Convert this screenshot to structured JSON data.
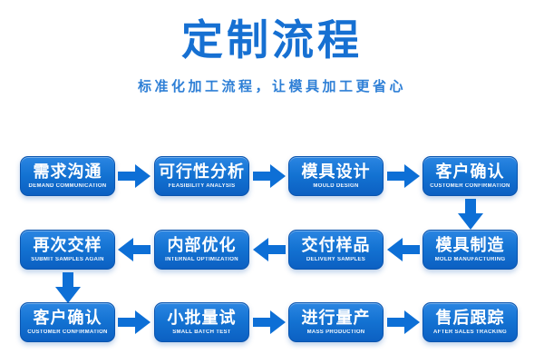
{
  "page": {
    "title": "定制流程",
    "subtitle": "标准化加工流程，让模具加工更省心"
  },
  "colors": {
    "title": "#1670d2",
    "subtitle": "#2e7fd6",
    "arrow": "#0d6fd6",
    "box_top": "#2b86e2",
    "box_mid": "#1372d2",
    "box_bottom": "#0c60c2",
    "box_border": "#0a54ae",
    "box_text": "#ffffff",
    "background": "#ffffff"
  },
  "flow": {
    "rows": [
      {
        "direction": "right",
        "steps": [
          {
            "zh": "需求沟通",
            "en": "DEMAND COMMUNICATION"
          },
          {
            "zh": "可行性分析",
            "en": "FEASIBILITY ANALYSIS"
          },
          {
            "zh": "模具设计",
            "en": "MOULD DESIGN"
          },
          {
            "zh": "客户确认",
            "en": "CUSTOMER CONFIRMATION"
          }
        ]
      },
      {
        "direction": "left",
        "steps": [
          {
            "zh": "再次交样",
            "en": "SUBMIT SAMPLES AGAIN"
          },
          {
            "zh": "内部优化",
            "en": "INTERNAL OPTIMIZATION"
          },
          {
            "zh": "交付样品",
            "en": "DELIVERY SAMPLES"
          },
          {
            "zh": "模具制造",
            "en": "MOLD MANUFACTURING"
          }
        ]
      },
      {
        "direction": "right",
        "steps": [
          {
            "zh": "客户确认",
            "en": "CUSTOMER CONFIRMATION"
          },
          {
            "zh": "小批量试",
            "en": "SMALL BATCH TEST"
          },
          {
            "zh": "进行量产",
            "en": "MASS PRODUCTION"
          },
          {
            "zh": "售后跟踪",
            "en": "AFTER SALES TRACKING"
          }
        ]
      }
    ]
  }
}
